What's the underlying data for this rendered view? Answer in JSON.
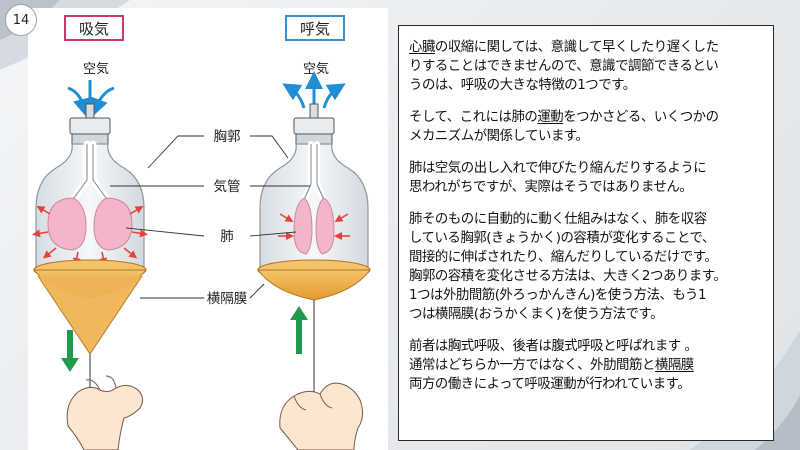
{
  "slide": {
    "page_number": "14"
  },
  "figure": {
    "inhale_title": "吸気",
    "exhale_title": "呼気",
    "air_label_left": "空気",
    "air_label_right": "空気",
    "labels": {
      "chest": "胸郭",
      "trachea": "気管",
      "lung": "肺",
      "diaphragm": "横隔膜"
    },
    "colors": {
      "inhale_accent": "#c23a6d",
      "exhale_accent": "#3a8fd0",
      "air_arrow": "#1f8fd4",
      "pull_arrow": "#1f9a4d",
      "lung_pink": "#f2b6c8",
      "diaphragm_orange": "#e8a83c",
      "force_arrow": "#e8413a"
    }
  },
  "text": {
    "p1": {
      "l1_ul": "心臓",
      "l1_rest": "の収縮に関しては、意識して早くしたり遅くした",
      "l2": "りすることはできませんので、意識で調節できるとい",
      "l3": "うのは、呼吸の大きな特徴の1つです。"
    },
    "p2": {
      "l1_pre": "そして、これには肺の",
      "l1_ul": "運動",
      "l1_post": "をつかさどる、いくつかの",
      "l2": "メカニズムが関係しています。"
    },
    "p3": {
      "l1": "肺は空気の出し入れで伸びたり縮んだりするように",
      "l2": "思われがちですが、実際はそうではありません。"
    },
    "p4": {
      "l1": "肺そのものに自動的に動く仕組みはなく、肺を収容",
      "l2": "している胸郭(きょうかく)の容積が変化することで、",
      "l3": "間接的に伸ばされたり、縮んだりしているだけです。",
      "l4": "胸郭の容積を変化させる方法は、大きく2つあります。",
      "l5": "1つは外肋間筋(外ろっかんきん)を使う方法、もう1",
      "l6": "つは横隔膜(おうかくまく)を使う方法です。"
    },
    "p5": {
      "l1": "前者は胸式呼吸、後者は腹式呼吸と呼ばれます 。",
      "l2_pre": "通常はどちらか一方ではなく、外肋間筋と",
      "l2_ul": "横隔膜",
      "l3": "両方の働きによって呼吸運動が行われています。"
    }
  }
}
